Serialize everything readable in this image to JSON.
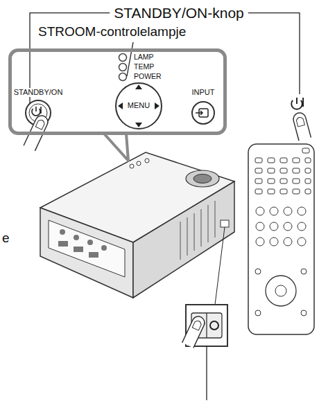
{
  "diagram": {
    "nodes": [
      {
        "text": [
          "LAMP",
          "TEMP",
          "POWER",
          "STANDBY/ON",
          "INPUT"
        ]
      },
      {
        "text": [
          "MENU"
        ],
        "in": 0
      }
    ],
    "labels": [
      "STANDBY/ON-knop",
      "STROOM-controlelampje",
      "e"
    ]
  }
}
